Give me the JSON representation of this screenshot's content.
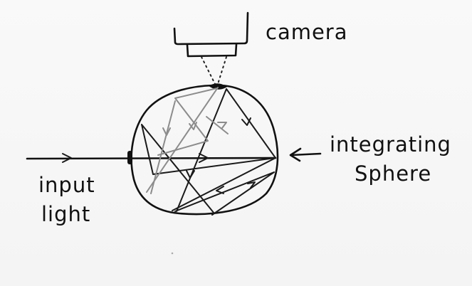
{
  "diagram": {
    "labels": {
      "camera": "camera",
      "integrating_line1": "integrating",
      "integrating_line2": "Sphere",
      "input_line1": "input",
      "input_line2": "light"
    },
    "colors": {
      "ink": "#111111",
      "pencil": "#8c8c8c",
      "paper": "#f7f7f7"
    },
    "icons": {
      "camera": "camera-icon",
      "sphere": "sphere-icon"
    }
  }
}
